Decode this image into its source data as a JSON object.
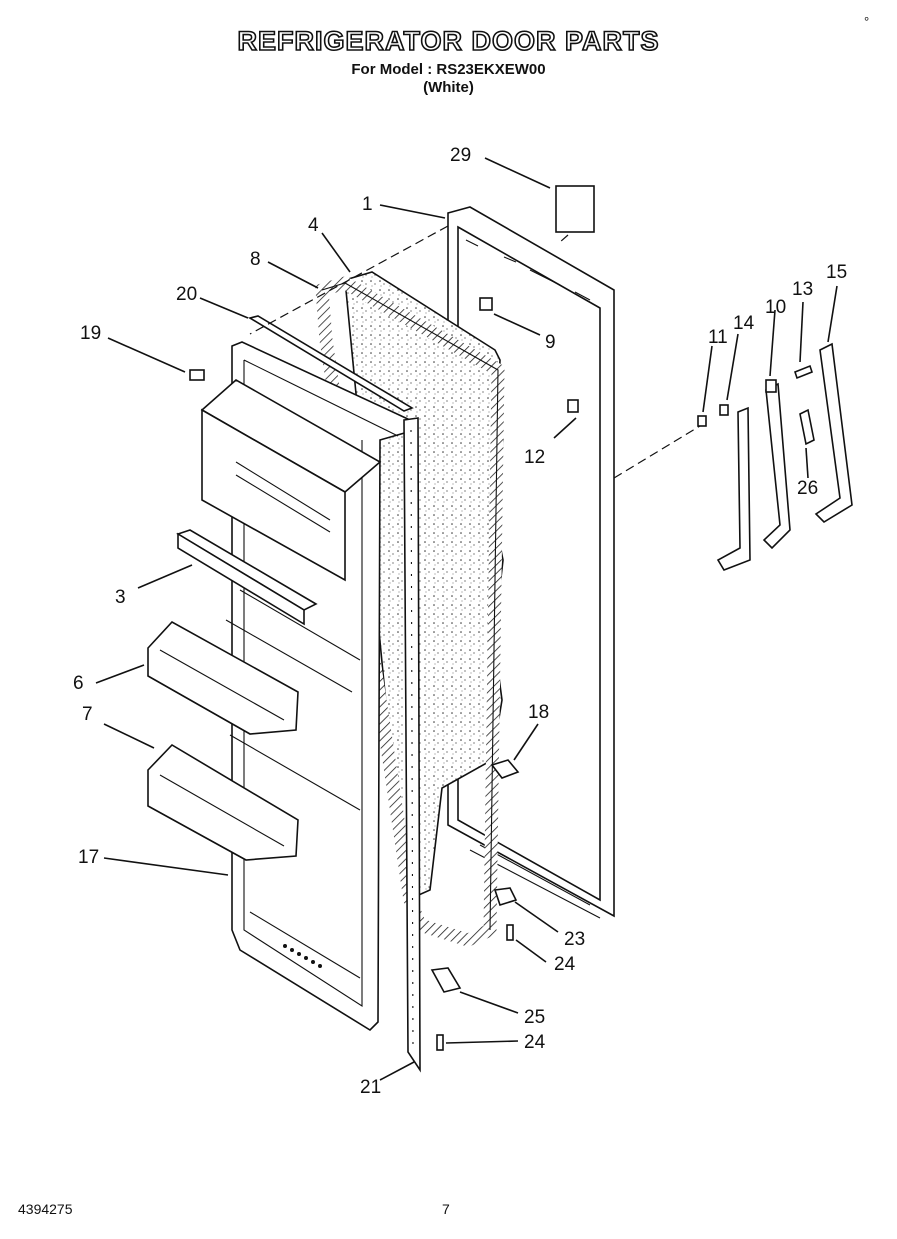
{
  "header": {
    "title": "REFRIGERATOR DOOR PARTS",
    "model_line": "For Model : RS23EKXEW00",
    "color_line": "(White)"
  },
  "corner_mark": "°",
  "footer": {
    "doc_number": "4394275",
    "page_number": "7"
  },
  "callouts": [
    "29",
    "1",
    "4",
    "8",
    "20",
    "19",
    "9",
    "11",
    "14",
    "10",
    "13",
    "15",
    "12",
    "26",
    "3",
    "6",
    "7",
    "18",
    "17",
    "23",
    "24",
    "25",
    "24",
    "21"
  ]
}
